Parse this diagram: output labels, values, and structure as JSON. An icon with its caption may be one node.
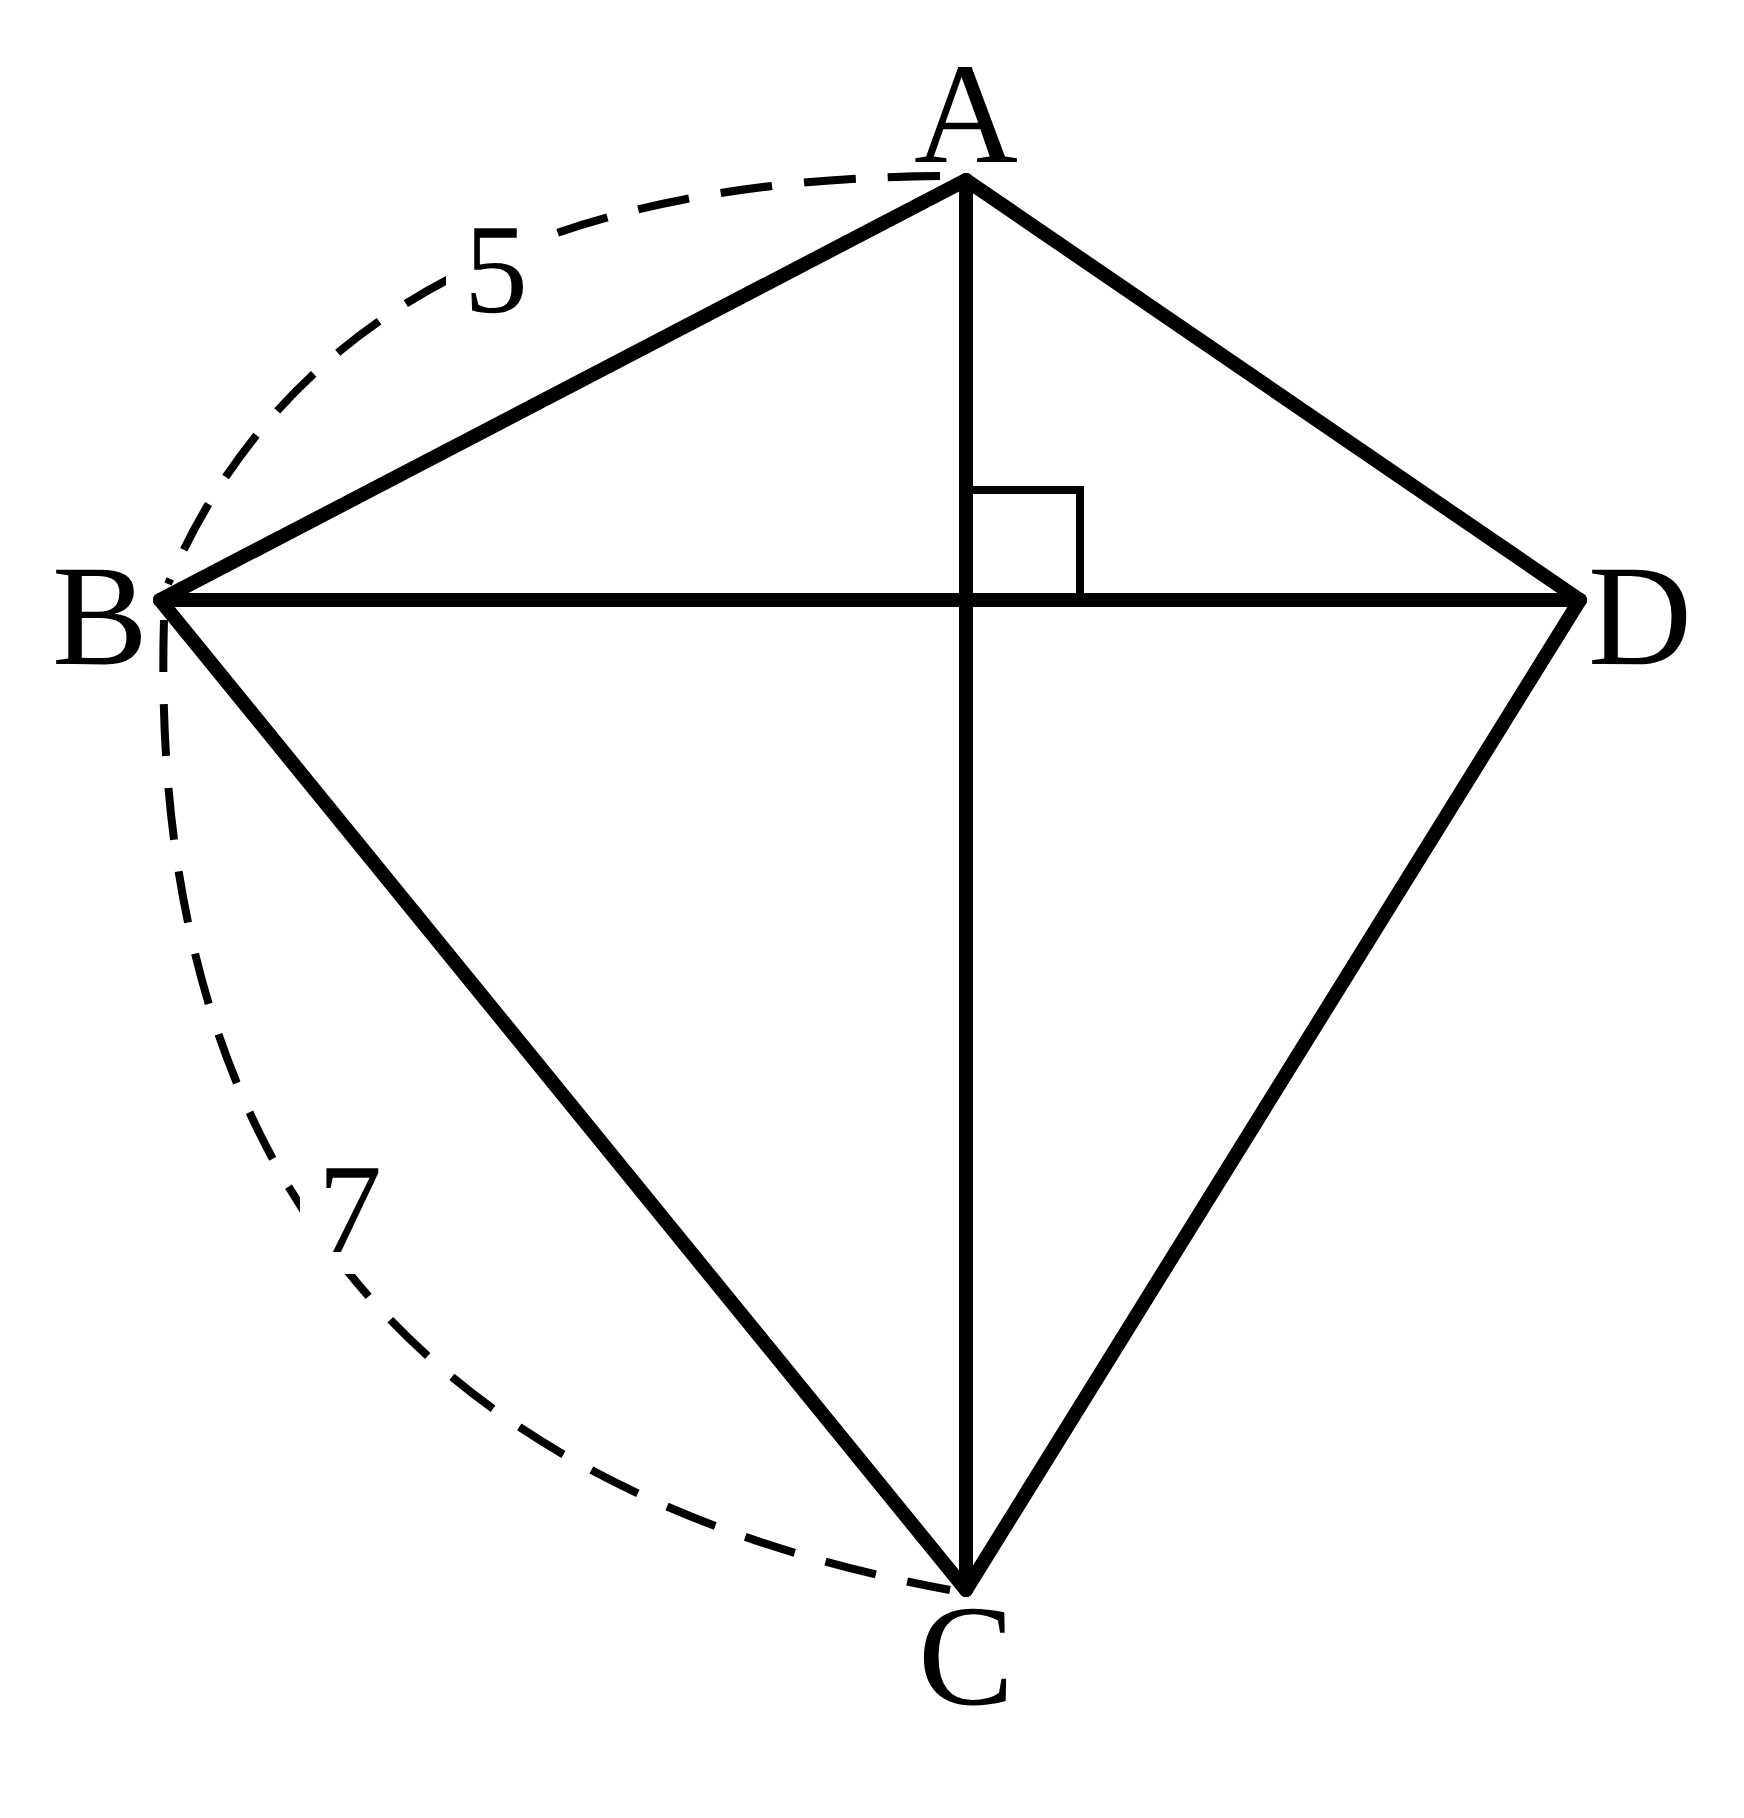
{
  "diagram": {
    "nodes": [
      {
        "text": [
          "A"
        ]
      },
      {
        "text": [
          "B"
        ]
      },
      {
        "text": [
          "D"
        ]
      },
      {
        "text": [
          "C"
        ]
      }
    ],
    "edges": [
      {
        "from": 0,
        "to": 1,
        "arrow": "none"
      },
      {
        "from": 0,
        "to": 2,
        "arrow": "none"
      },
      {
        "from": 1,
        "to": 2,
        "arrow": "none"
      },
      {
        "from": 0,
        "to": 3,
        "arrow": "none"
      },
      {
        "from": 1,
        "to": 3,
        "arrow": "none"
      },
      {
        "from": 2,
        "to": 3,
        "arrow": "none"
      }
    ],
    "labels": [
      "5",
      "7"
    ]
  }
}
